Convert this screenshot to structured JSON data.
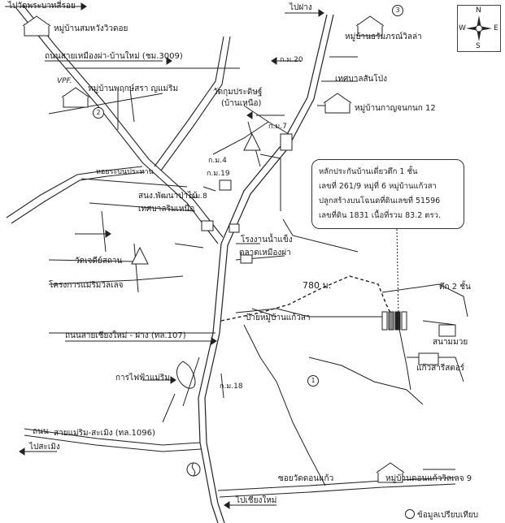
{
  "labels": {
    "to_wat_phra_baht": "ไปวัดพระบาทสี่รอย",
    "village_somwang": "หมู่บ้านสมหวังวิวดอย",
    "road_mueangna": "ถนนสายเหมืองผ่า-บ้านใหม่ (ชม.3009)",
    "vpf": "VPF.",
    "village_pruksa": "หมู่บ้านพฤกษ์สรา ญแม่ริม",
    "wat_kum": "วัดกุมประดิษฐ์",
    "wat_kum_sub": "(บ้านเหนือ)",
    "km7": "ก.ม.7",
    "km19": "ก.ม.19",
    "km4": "ก.ม.4",
    "hong_chon": "หอยระบนประทาน",
    "sanam": "สนง.พัฒนาป่าไม้",
    "km8": "ก.ม.8",
    "tesaban_rimnuea": "เทศบาลริมเหนือ",
    "ice_factory": "โรงงานน้ำแข็ง",
    "market": "ตลาดเหมืองผ่า",
    "wat_chedi": "วัดเจดีย์สถาน",
    "project": "โครงการแม่ริมวิลเลจ",
    "distance": "780 ม.",
    "sign_village": "ป้ายหมู่บ้านแก้วสา",
    "road_chiangmai_fang": "ถนนสายเชียงใหม่ - ฝาง (ทล.107)",
    "electric": "การไฟฟ้าแม่ริม",
    "km18": "ก.ม.18",
    "road_maerim_samoeng": "สายแม่ริม-สะเมิง (ทล.1096)",
    "to_samoeng": "ไปสะเมิง",
    "road_prefix": "ถนน",
    "soi_dongkaew": "ซอยวัดดอนแก้ว",
    "village_dongkaew": "หมู่บ้านดอนแก้ววิลเลจ 9",
    "to_chiangmai": "ไปเชียงใหม่",
    "to_fang": "ไปฝาง",
    "km20": "ก.ม.20",
    "village_thanalapha": "หมู่บ้านธรัมภรณ์วิลล่า",
    "tesaban_sanpong": "เทศบาลสันโป่ง",
    "village_kanjana": "หมู่บ้านกาญจนกนก 12",
    "two_floor": "ตึก 2 ชั้น",
    "sanam_muay": "สนามมวย",
    "kaew_store": "แก้วสารีสตอร์",
    "marker_1": "1",
    "marker_2": "2",
    "marker_3": "3"
  },
  "info_box": [
    "หลักประกันบ้านเดี่ยวตึก 1 ชั้น",
    "เลขที่ 261/9 หมู่ที่ 6 หมู่บ้านแก้วสา",
    "ปลูกสร้างบนโฉนดที่ดินเลขที่  51596",
    "เลขที่ดิน  1831  เนื้อที่รวม  83.2  ตรว."
  ],
  "compass": {
    "n": "N",
    "s": "S",
    "e": "E",
    "w": "W"
  },
  "legend": {
    "text": "ข้อมูลเปรียบเทียบ"
  }
}
